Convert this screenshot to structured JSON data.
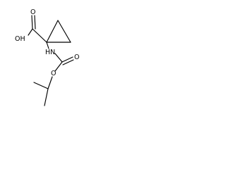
{
  "molecule": {
    "atom_labels": {
      "oxygen_carbonyl_acid": "O",
      "hydroxyl": "OH",
      "amine": "HN",
      "oxygen_carbonyl_carbamate": "O",
      "oxygen_ester": "O"
    },
    "colors": {
      "bond": "#000000",
      "text": "#000000",
      "background": "#ffffff"
    }
  }
}
